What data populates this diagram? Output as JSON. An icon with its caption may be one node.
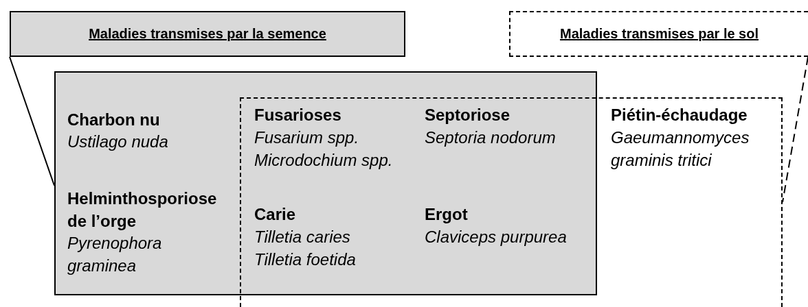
{
  "diagram": {
    "nodes": [
      {
        "text": [
          "Maladies transmises par la semence"
        ]
      },
      {
        "text": [],
        "shape": "box"
      },
      {
        "text": [
          "Maladies transmises par le sol"
        ]
      },
      {
        "text": [],
        "shape": "box"
      }
    ],
    "edges": [
      {
        "from": 0,
        "to": 1,
        "arrow": "none"
      },
      {
        "from": 2,
        "to": 3,
        "arrow": "none",
        "style": "dashed"
      }
    ],
    "labels": [
      "Charbon nu",
      "Ustilago nuda",
      "Fusarioses",
      "Fusarium spp.",
      "Microdochium spp.",
      "Septoriose",
      "Septoria nodorum",
      "Piétin-échaudage",
      "Gaeumannomyces graminis tritici",
      "Helminthosporiose de l’orge",
      "Pyrenophora graminea",
      "Carie",
      "Tilletia caries",
      "Tilletia foetida",
      "Ergot",
      "Claviceps purpurea"
    ]
  }
}
